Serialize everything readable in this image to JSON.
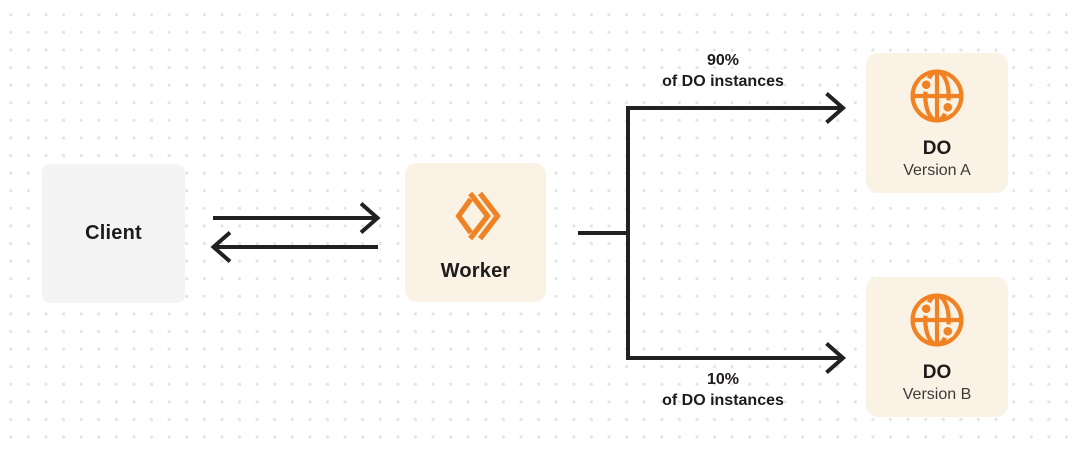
{
  "diagram": {
    "nodes": {
      "client": {
        "label": "Client"
      },
      "worker": {
        "label": "Worker"
      },
      "do_version_a": {
        "title": "DO",
        "subtitle": "Version A"
      },
      "do_version_b": {
        "title": "DO",
        "subtitle": "Version B"
      }
    },
    "edges": {
      "top_split": {
        "percent": "90%",
        "caption": "of DO instances"
      },
      "bottom_split": {
        "percent": "10%",
        "caption": "of DO instances"
      }
    },
    "icons": {
      "worker": "workers-chevron-icon",
      "do": "globe-icon"
    },
    "colors": {
      "accent_orange": "#F08223",
      "warm_box_bg": "#FAF2E4",
      "gray_box_bg": "#F4F4F5",
      "arrow_stroke": "#212121",
      "title_text": "#1E1C1A",
      "subtitle_text": "#3C3A38",
      "grid_dot": "#E4E4E4",
      "canvas_bg": "#FFFFFF"
    }
  }
}
